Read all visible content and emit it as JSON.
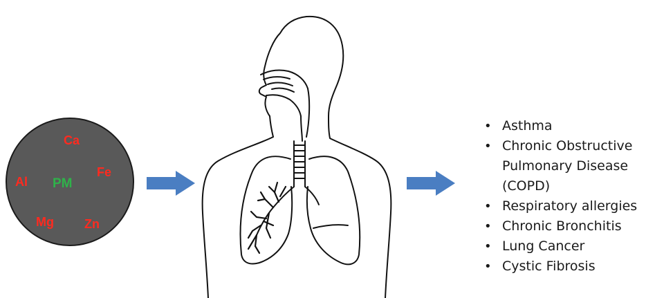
{
  "particle": {
    "center_label": "PM",
    "elements": [
      "Ca",
      "Al",
      "Fe",
      "Mg",
      "Zn"
    ],
    "circle_color": "#595959",
    "element_color": "#ff2a1f",
    "center_color": "#2fb24a"
  },
  "arrow_color": "#4a7ec2",
  "diseases": [
    "Asthma",
    "Chronic Obstructive",
    "Pulmonary Disease",
    "(COPD)",
    "Respiratory allergies",
    "Chronic Bronchitis",
    "Lung Cancer",
    "Cystic Fibrosis"
  ]
}
